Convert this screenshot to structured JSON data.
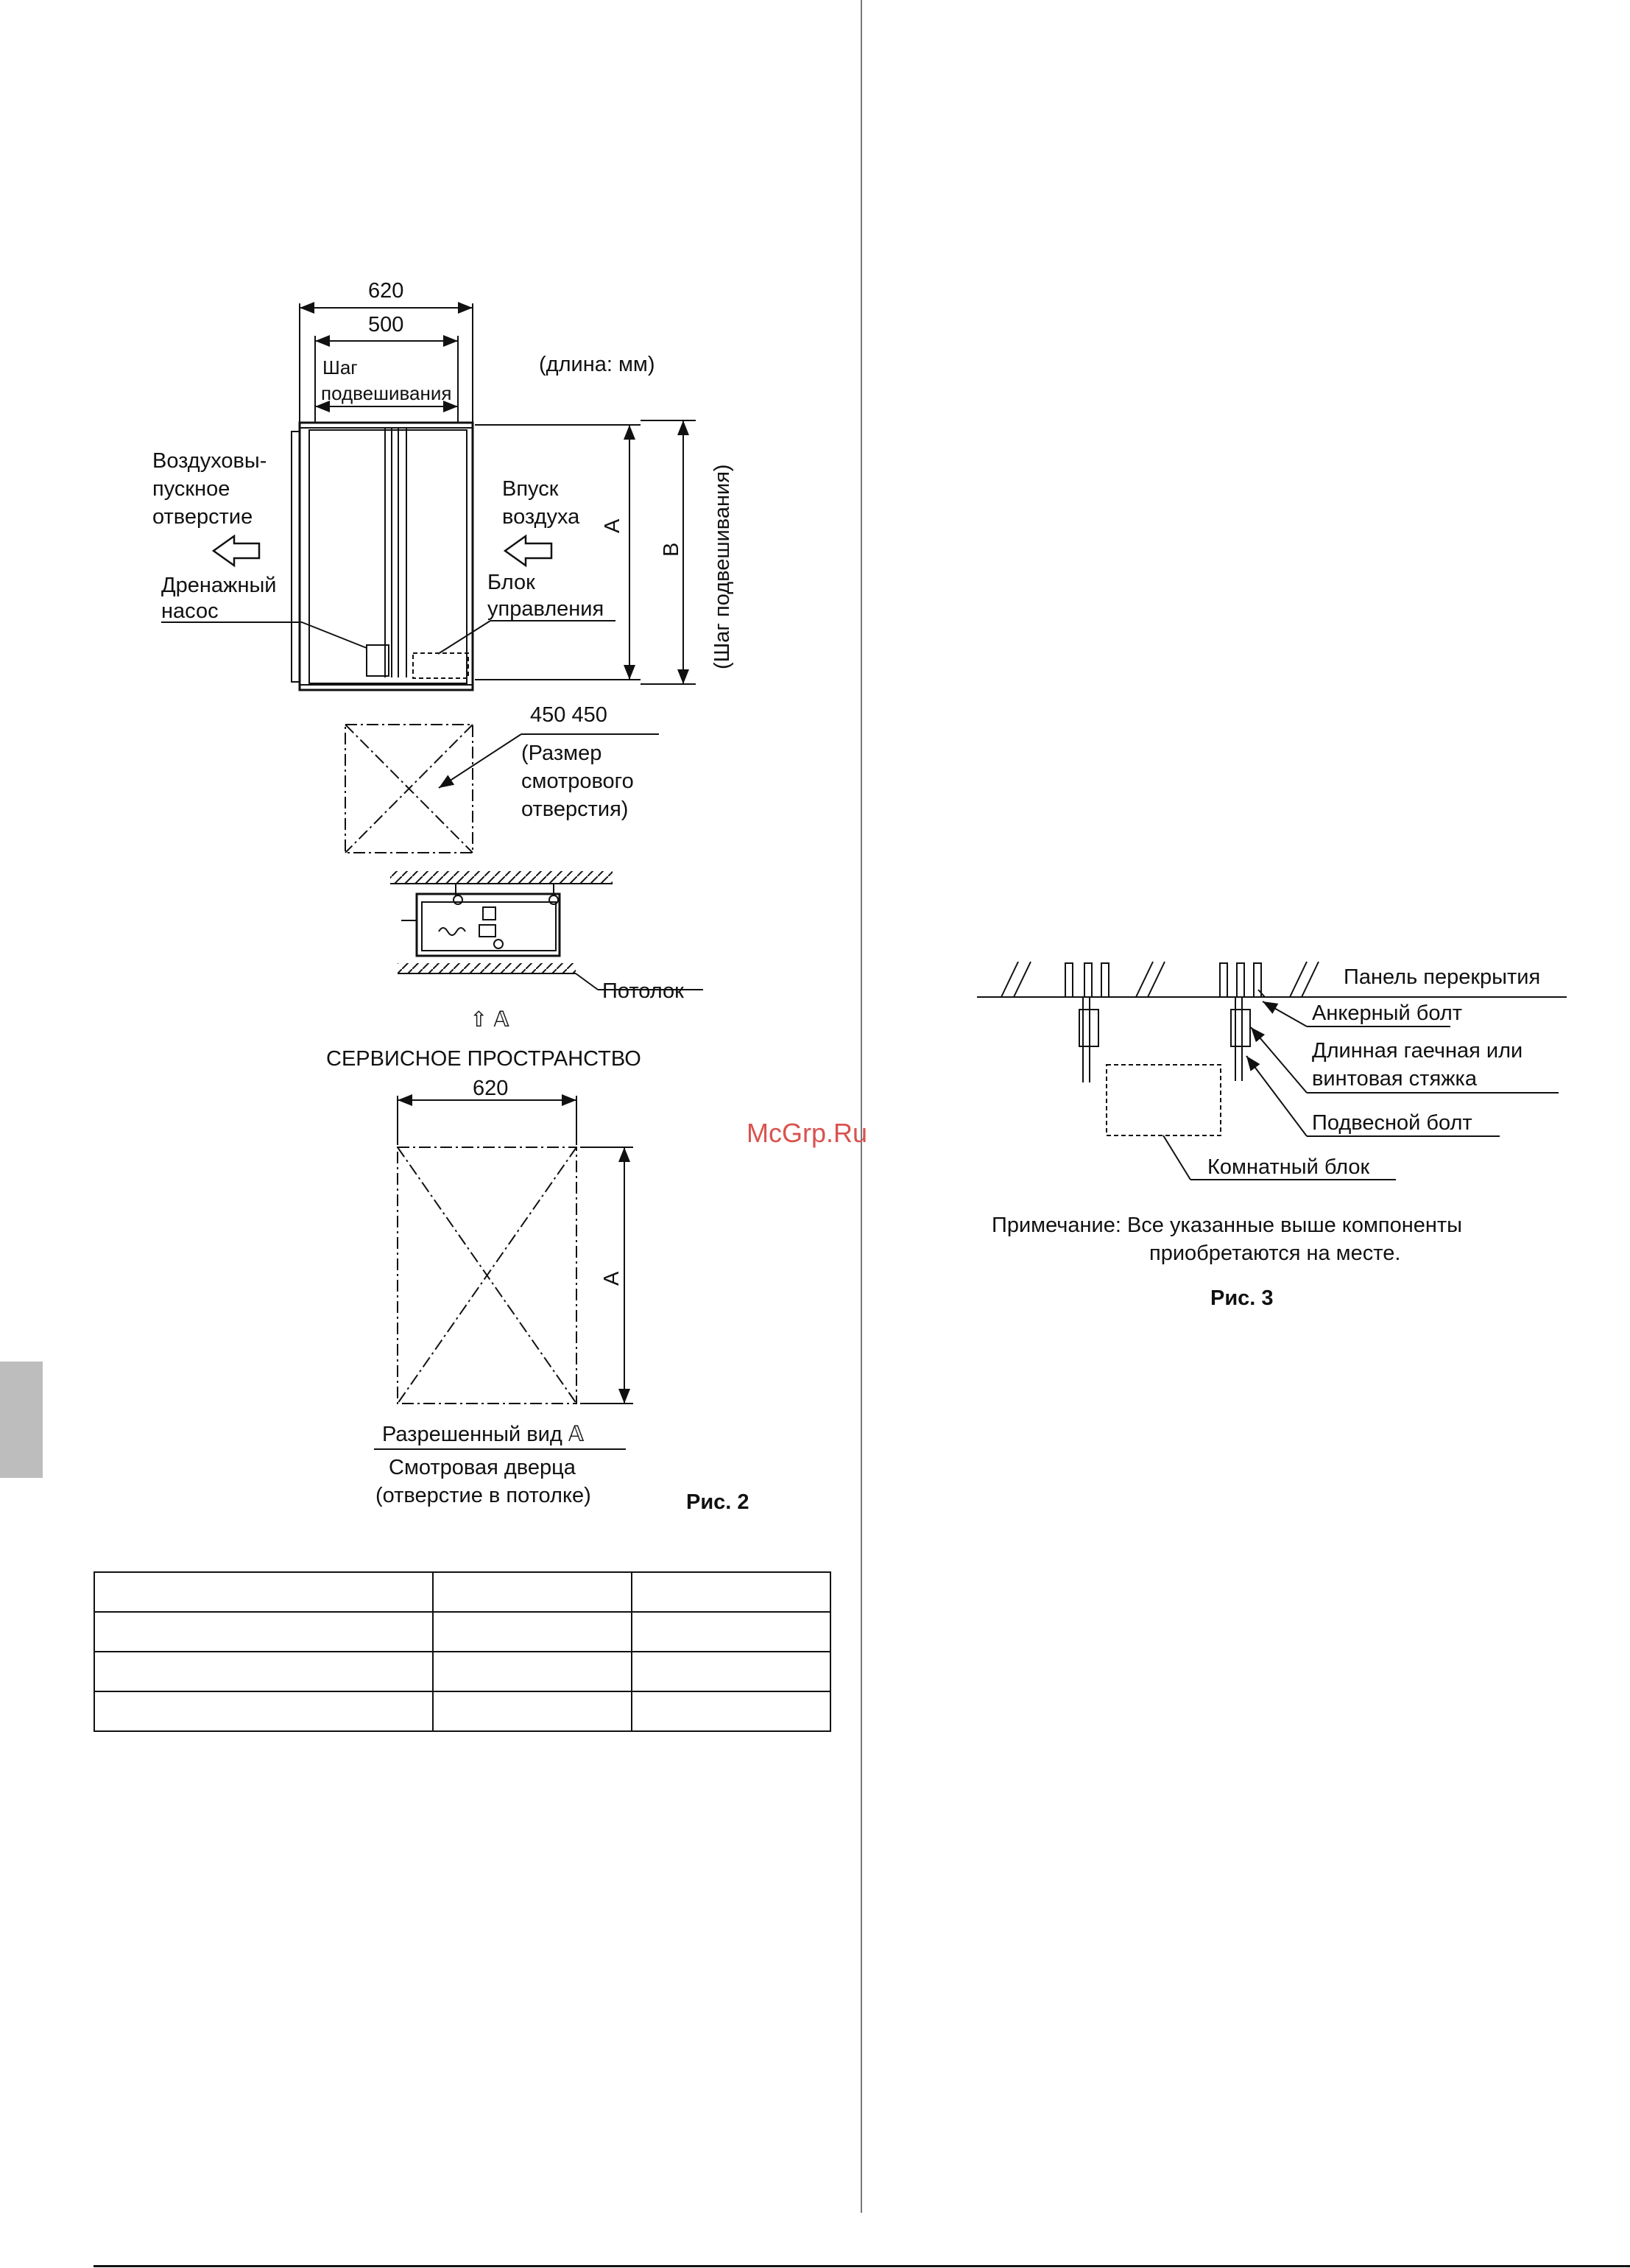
{
  "fig2": {
    "dim_total_width": "620",
    "dim_pitch_width": "500",
    "pitch_label_1": "Шаг",
    "pitch_label_2": "подвешивания",
    "units": "(длина: мм)",
    "outlet_1": "Воздуховы-",
    "outlet_2": "пускное",
    "outlet_3": "отверстие",
    "intake_1": "Впуск",
    "intake_2": "воздуха",
    "drain_1": "Дренажный",
    "drain_2": "насос",
    "control_1": "Блок",
    "control_2": "управления",
    "dim_a": "A",
    "dim_b": "B",
    "pitch_vertical": "(Шаг подвешивания)",
    "inspection_size": "450  450",
    "inspection_1": "(Размер",
    "inspection_2": "смотрового",
    "inspection_3": "отверстия)",
    "ceiling": "Потолок",
    "view_arrow_label": "⇧ 𝔸",
    "service_space": "СЕРВИСНОЕ ПРОСТРАНСТВО",
    "service_width": "620",
    "service_a": "A",
    "allowed_view": "Разрешенный вид 𝔸",
    "access_door_1": "Смотровая дверца",
    "access_door_2": "(отверстие в потолке)",
    "caption": "Рис. 2"
  },
  "fig3": {
    "slab": "Панель перекрытия",
    "anchor_bolt": "Анкерный болт",
    "nut_1": "Длинная гаечная или",
    "nut_2": "винтовая стяжка",
    "hanger_bolt": "Подвесной болт",
    "indoor_unit": "Комнатный блок",
    "note_1": "Примечание: Все указанные выше компоненты",
    "note_2": "приобретаются на месте.",
    "caption": "Рис. 3"
  },
  "watermark": "McGrp.Ru"
}
